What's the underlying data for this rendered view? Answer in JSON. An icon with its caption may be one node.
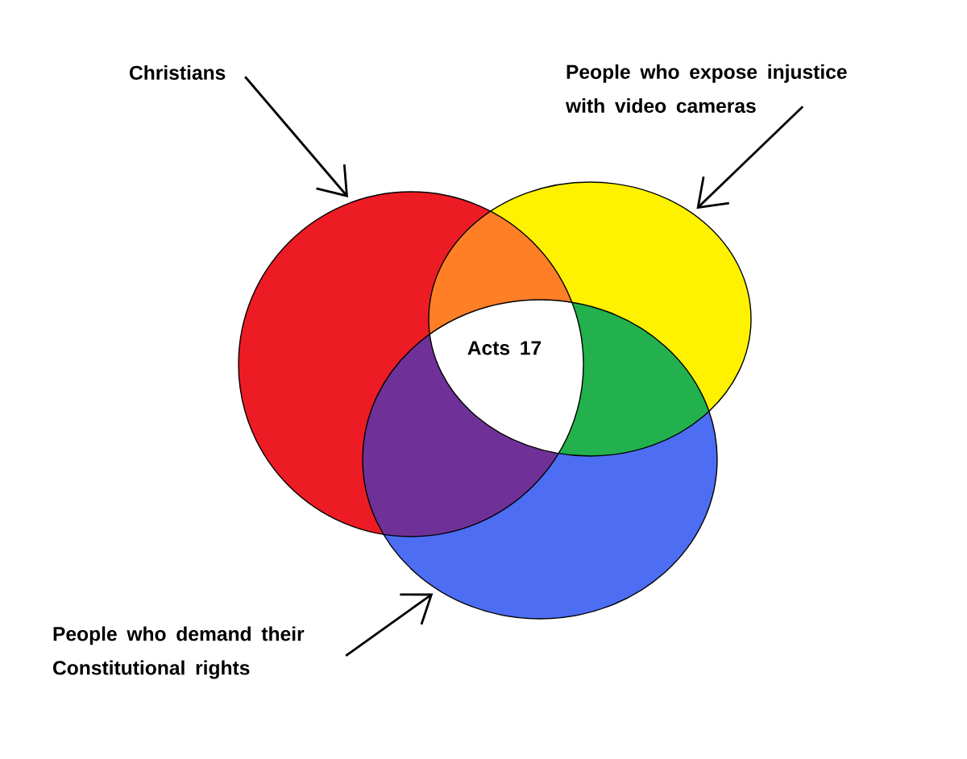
{
  "diagram": {
    "nodes": [
      {
        "text": [
          "Christians"
        ]
      },
      {
        "text": [
          "People who expose injustice with video cameras"
        ]
      },
      {
        "text": [],
        "shape": "circle"
      },
      {
        "text": [],
        "shape": "circle"
      },
      {
        "text": [
          "Acts 17"
        ]
      },
      {
        "text": [],
        "shape": "circle"
      },
      {
        "text": [
          "People who demand their Constitutional rights"
        ]
      }
    ],
    "edges": [
      {
        "from": 0,
        "to": 2,
        "arrow": "to"
      },
      {
        "from": 1,
        "to": 3,
        "arrow": "to"
      },
      {
        "from": 6,
        "to": 5,
        "arrow": "to"
      }
    ]
  }
}
